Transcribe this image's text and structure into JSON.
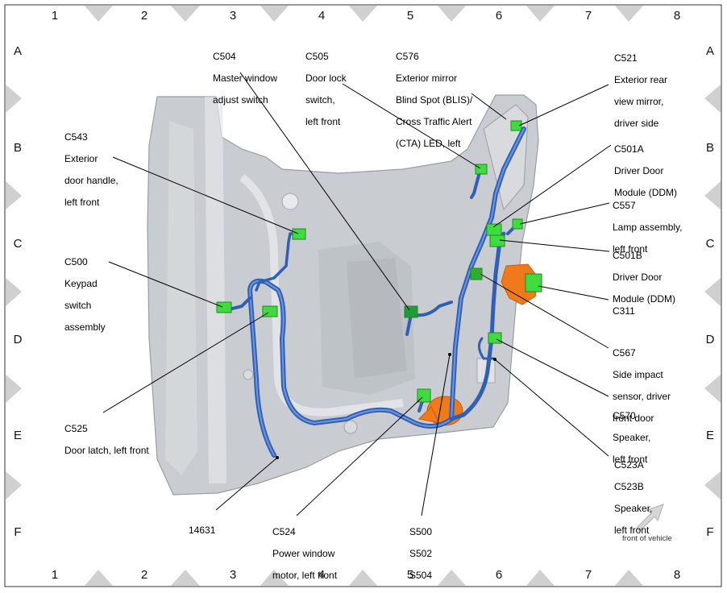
{
  "columns": [
    "1",
    "2",
    "3",
    "4",
    "5",
    "6",
    "7",
    "8"
  ],
  "rows": [
    "A",
    "B",
    "C",
    "D",
    "E",
    "F"
  ],
  "callouts": {
    "c504": [
      "C504",
      "Master window",
      "adjust switch"
    ],
    "c505": [
      "C505",
      "Door lock",
      "switch,",
      "left front"
    ],
    "c576": [
      "C576",
      "Exterior mirror",
      "Blind Spot (BLIS)/",
      "Cross Traffic Alert",
      "(CTA) LED, left"
    ],
    "c521": [
      "C521",
      "Exterior rear",
      "view mirror,",
      "driver side"
    ],
    "c543": [
      "C543",
      "Exterior",
      "door handle,",
      "left front"
    ],
    "c501a": [
      "C501A",
      "Driver Door",
      "Module (DDM)"
    ],
    "c557": [
      "C557",
      "Lamp assembly,",
      "left front"
    ],
    "c500": [
      "C500",
      "Keypad",
      "switch",
      "assembly"
    ],
    "c501b": [
      "C501B",
      "Driver Door",
      "Module (DDM)"
    ],
    "c311": [
      "C311"
    ],
    "c567": [
      "C567",
      "Side impact",
      "sensor, driver",
      "front door"
    ],
    "c570": [
      "C570",
      "Speaker,",
      "left front"
    ],
    "c525": [
      "C525",
      "Door latch, left front"
    ],
    "c523": [
      "C523A",
      "C523B",
      "Speaker,",
      "left front"
    ],
    "h14631": [
      "14631"
    ],
    "c524": [
      "C524",
      "Power window",
      "motor, left front"
    ],
    "splices": [
      "S500",
      "S502",
      "S504"
    ]
  },
  "front_of_vehicle": "front of vehicle",
  "colors": {
    "door_panel": "#c9ccd0",
    "harness": "#2f5fb8",
    "connector": "#3fdc3f",
    "orange_part": "#f07a1a"
  },
  "icons": {
    "direction_arrow": "front-of-vehicle-arrow-icon"
  }
}
